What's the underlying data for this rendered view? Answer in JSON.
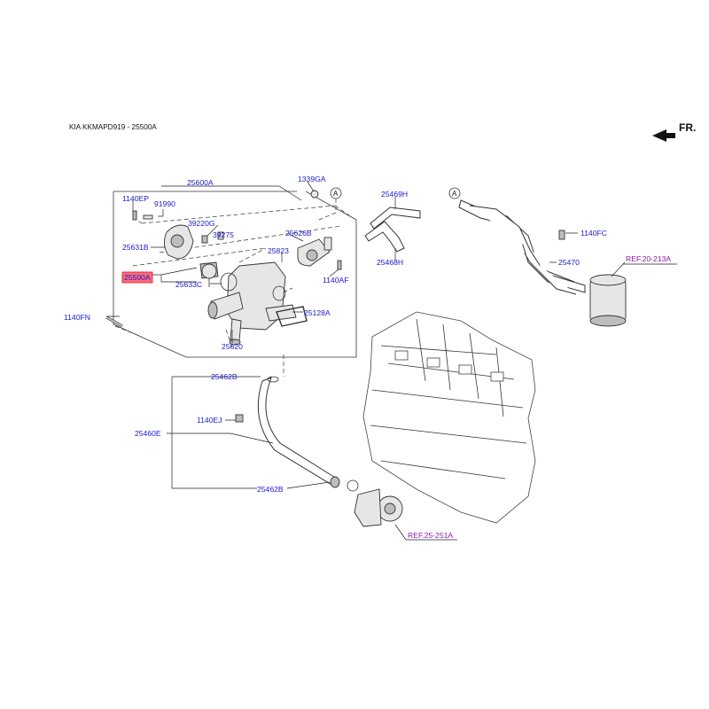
{
  "header": {
    "title": "KIA KKMAPD919 - 25500A",
    "front_marker": "FR."
  },
  "ref_letter": "A",
  "accent_color": "#ff6b7a",
  "label_color": "#1a1acc",
  "ref_color": "#8a1ab0",
  "parts": {
    "p25600A": "25600A",
    "p1339GA": "1339GA",
    "p1140EP": "1140EP",
    "p91990": "91990",
    "p39220G": "39220G",
    "p39275": "39275",
    "p25631B": "25631B",
    "p25626B": "25626B",
    "p25823": "25823",
    "p25500A": "25500A",
    "p25633C": "25633C",
    "p1140AF": "1140AF",
    "p25128A": "25128A",
    "p1140FN": "1140FN",
    "p25620": "25620",
    "p25469H": "25469H",
    "p25468H": "25468H",
    "p1140FC": "1140FC",
    "p25470": "25470",
    "p25462B_top": "25462B",
    "p1140EJ": "1140EJ",
    "p25460E": "25460E",
    "p25462B_bottom": "25462B"
  },
  "references": {
    "ref_20_213A": "REF.20-213A",
    "ref_25_251A": "REF.25-251A"
  }
}
